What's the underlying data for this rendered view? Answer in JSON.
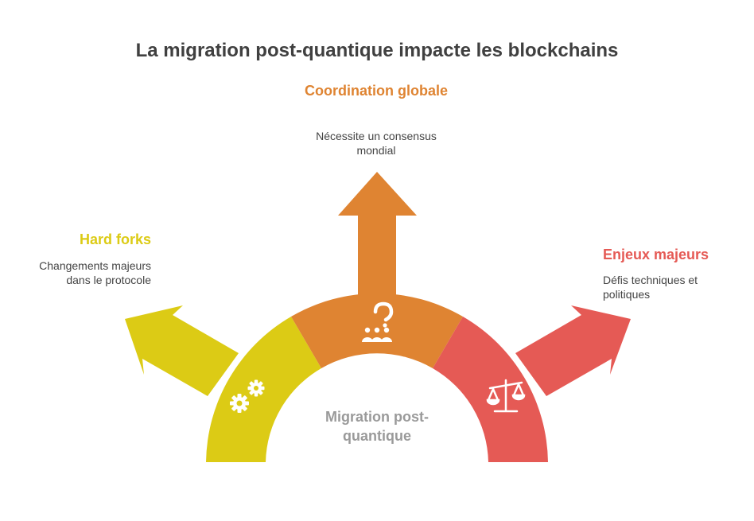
{
  "title": "La migration post-quantique impacte les blockchains",
  "center_label": "Migration post-quantique",
  "colors": {
    "yellow": "#DCCB15",
    "orange": "#DF8432",
    "red": "#E55A55",
    "title": "#404040",
    "center": "#9A9A9A"
  },
  "branches": [
    {
      "id": "coordination",
      "title": "Coordination globale",
      "description": "Nécessite un consensus mondial",
      "icon": "people-question-icon",
      "color": "#DF8432"
    },
    {
      "id": "hard-forks",
      "title": "Hard forks",
      "description": "Changements majeurs dans le protocole",
      "icon": "gears-icon",
      "color": "#DCCB15"
    },
    {
      "id": "enjeux",
      "title": "Enjeux majeurs",
      "description": "Défis techniques et politiques",
      "icon": "scales-icon",
      "color": "#E55A55"
    }
  ]
}
